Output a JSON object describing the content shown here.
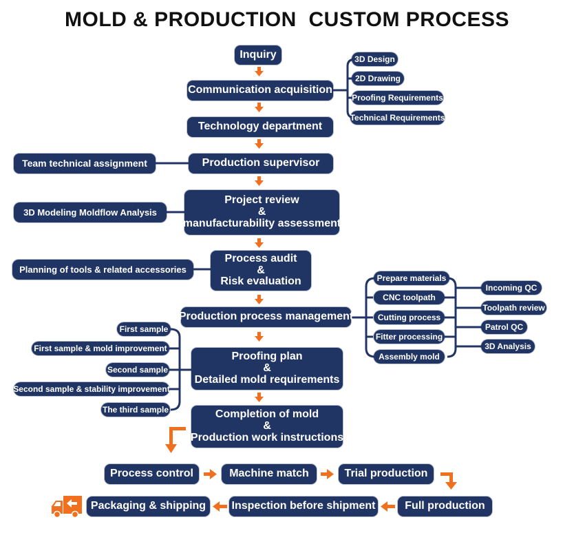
{
  "title": "MOLD & PRODUCTION  CUSTOM PROCESS",
  "colors": {
    "box": "#213564",
    "arrow": "#f07020",
    "text": "#ffffff",
    "title": "#111111"
  },
  "main_flow": {
    "inquiry": "Inquiry",
    "communication": "Communication acquisition",
    "technology": "Technology department",
    "supervisor": "Production supervisor",
    "project_review": [
      "Project review",
      "&",
      "manufacturability assessment"
    ],
    "process_audit": [
      "Process audit",
      "&",
      "Risk evaluation"
    ],
    "process_mgmt": "Production process management",
    "proofing_plan": [
      "Proofing plan",
      "&",
      "Detailed mold requirements"
    ],
    "completion": [
      "Completion of mold",
      "&",
      "Production work instructions"
    ]
  },
  "communication_branches": [
    "3D Design",
    "2D Drawing",
    "Proofing Requirements",
    "Technical Requirements"
  ],
  "side_items": {
    "team": "Team technical assignment",
    "moldflow": "3D Modeling Moldflow Analysis",
    "planning": "Planning of tools & related accessories"
  },
  "process_mgmt_steps": [
    "Prepare materials",
    "CNC toolpath",
    "Cutting process",
    "Fitter processing",
    "Assembly mold"
  ],
  "process_mgmt_qc": [
    "Incoming QC",
    "Toolpath review",
    "Patrol QC",
    "3D Analysis"
  ],
  "samples": [
    "First sample",
    "First sample & mold improvement",
    "Second sample",
    "Second sample & stability improvement",
    "The third sample"
  ],
  "bottom_flow": {
    "row1": [
      "Process control",
      "Machine match",
      "Trial production"
    ],
    "row2": [
      "Packaging & shipping",
      "Inspection before shipment",
      "Full production"
    ]
  },
  "icons": {
    "truck": "delivery-truck-icon"
  }
}
